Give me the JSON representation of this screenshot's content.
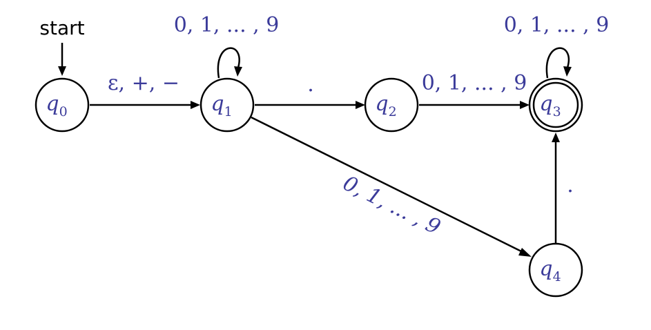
{
  "colors": {
    "stroke": "#000000",
    "label": "#3b3b9a",
    "background": "#ffffff"
  },
  "start_label": "start",
  "states": [
    {
      "id": "q0",
      "letter": "q",
      "sub": "0",
      "accepting": false
    },
    {
      "id": "q1",
      "letter": "q",
      "sub": "1",
      "accepting": false
    },
    {
      "id": "q2",
      "letter": "q",
      "sub": "2",
      "accepting": false
    },
    {
      "id": "q3",
      "letter": "q",
      "sub": "3",
      "accepting": true
    },
    {
      "id": "q4",
      "letter": "q",
      "sub": "4",
      "accepting": false
    }
  ],
  "transitions": [
    {
      "from": "q0",
      "to": "q1",
      "label": "ε, +, −"
    },
    {
      "from": "q1",
      "to": "q1",
      "label": "0, 1, ... , 9"
    },
    {
      "from": "q1",
      "to": "q2",
      "label": "."
    },
    {
      "from": "q2",
      "to": "q3",
      "label": "0, 1, ... , 9"
    },
    {
      "from": "q3",
      "to": "q3",
      "label": "0, 1, ... , 9"
    },
    {
      "from": "q1",
      "to": "q4",
      "label": "0, 1, ... , 9"
    },
    {
      "from": "q4",
      "to": "q3",
      "label": "."
    }
  ]
}
